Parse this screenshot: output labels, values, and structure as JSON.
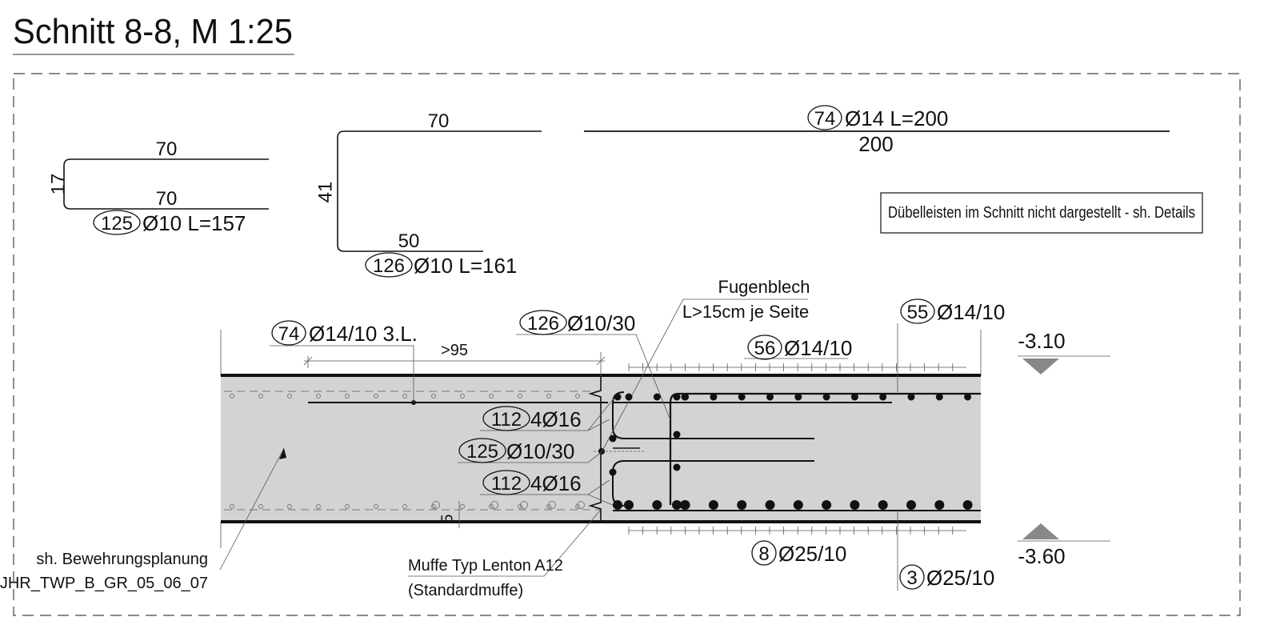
{
  "title": "Schnitt 8-8, M 1:25",
  "note": "Dübelleisten im Schnitt nicht dargestellt - sh. Details",
  "bending_shapes": [
    {
      "pos": "125",
      "spec": "Ø10 L=157",
      "dims": [
        "70",
        "17",
        "70"
      ]
    },
    {
      "pos": "126",
      "spec": "Ø10 L=161",
      "dims": [
        "70",
        "41",
        "50"
      ]
    },
    {
      "pos": "74",
      "spec": "Ø14 L=200",
      "dims": [
        "200"
      ]
    }
  ],
  "labels": {
    "fugenblech_1": "Fugenblech",
    "fugenblech_2": "L>15cm je Seite",
    "l74": {
      "pos": "74",
      "text": "Ø14/10 3.L."
    },
    "l126": {
      "pos": "126",
      "text": "Ø10/30"
    },
    "l56": {
      "pos": "56",
      "text": "Ø14/10"
    },
    "l55": {
      "pos": "55",
      "text": "Ø14/10"
    },
    "l112a": {
      "pos": "112",
      "text": "4Ø16"
    },
    "l125": {
      "pos": "125",
      "text": "Ø10/30"
    },
    "l112b": {
      "pos": "112",
      "text": "4Ø16"
    },
    "l8": {
      "pos": "8",
      "text": "Ø25/10"
    },
    "l3": {
      "pos": "3",
      "text": "Ø25/10"
    },
    "dim_95": ">95",
    "dim_5": "5",
    "lvl_top": "-3.10",
    "lvl_bot": "-3.60",
    "bew_1": "sh. Bewehrungsplanung",
    "bew_2": "JHR_TWP_B_GR_05_06_07",
    "muffe_1": "Muffe Typ Lenton A12",
    "muffe_2": "(Standardmuffe)"
  }
}
